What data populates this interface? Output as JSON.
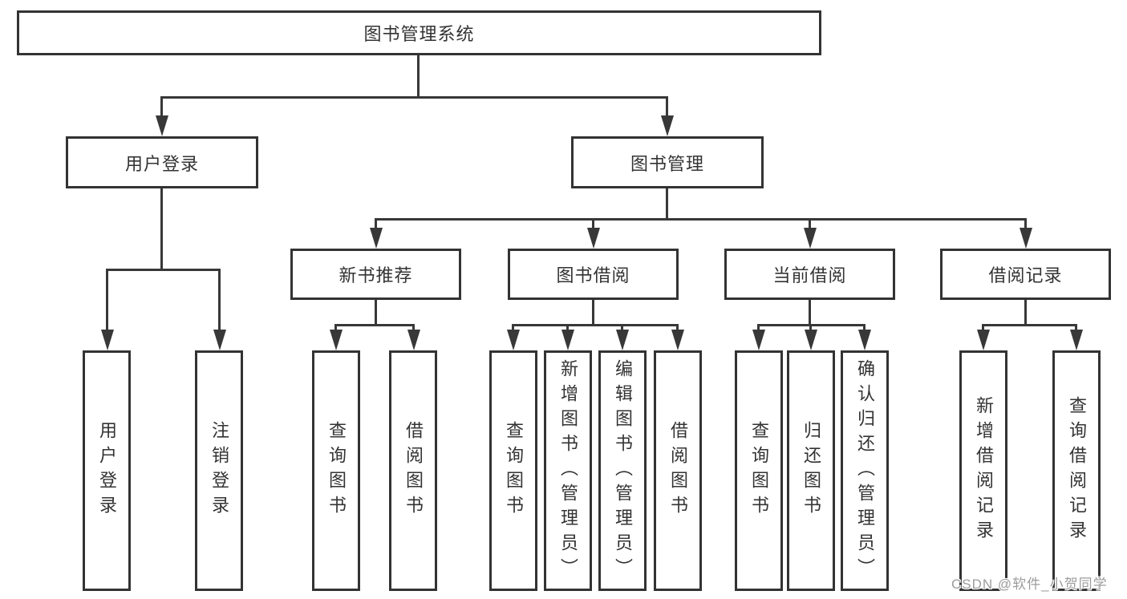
{
  "diagram": {
    "root": "图书管理系统",
    "level2": {
      "user_login": "用户登录",
      "book_mgmt": "图书管理"
    },
    "level3": {
      "new_book_rec": "新书推荐",
      "book_borrow": "图书借阅",
      "current_borrow": "当前借阅",
      "borrow_records": "借阅记录"
    },
    "leaves": {
      "user_login": "用户登录",
      "logout": "注销登录",
      "rec_query_books": "查询图书",
      "rec_borrow_books": "借阅图书",
      "bb_query_books": "查询图书",
      "bb_add_books": "新增图书（管理员）",
      "bb_edit_books": "编辑图书（管理员）",
      "bb_borrow_books": "借阅图书",
      "cb_query_books": "查询图书",
      "cb_return_books": "归还图书",
      "cb_confirm_return": "确认归还（管理员）",
      "br_add_record": "新增借阅记录",
      "br_query_record": "查询借阅记录"
    },
    "colors": {
      "line": "#383838",
      "text": "#333333",
      "background": "#ffffff",
      "watermark": "#9c9c9c"
    }
  },
  "watermark": "CSDN @软件_小贺同学"
}
